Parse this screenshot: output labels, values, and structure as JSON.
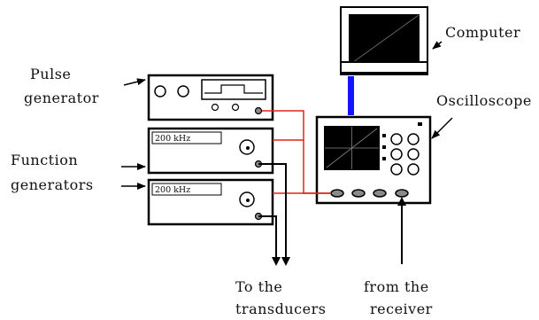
{
  "labels": {
    "computer": "Computer",
    "oscilloscope": "Oscilloscope",
    "pulse_line1": "Pulse",
    "pulse_line2": "generator",
    "function_line1": "Function",
    "function_line2": "generators",
    "to_line1": "To the",
    "to_line2": "transducers",
    "from_line1": "from the",
    "from_line2": "receiver"
  },
  "display": {
    "fg1_frequency": "200 kHz",
    "fg2_frequency": "200 kHz"
  },
  "colors": {
    "signal_line": "#e0231b",
    "computer_link": "#1414ff",
    "outline": "#000000",
    "screen": "#000000",
    "connector_fill": "#8a8a8a"
  }
}
